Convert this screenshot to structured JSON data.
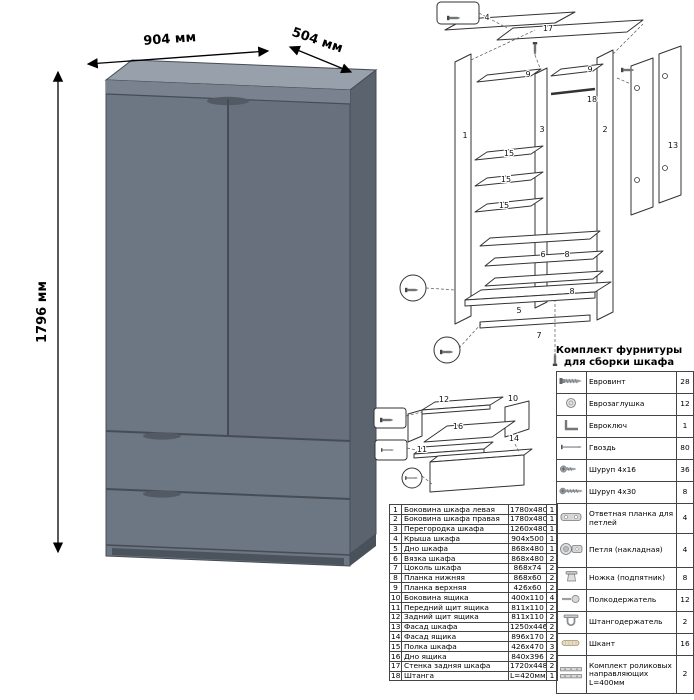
{
  "wardrobe": {
    "dim_width": "904 мм",
    "dim_depth": "504 мм",
    "dim_height": "1796 мм",
    "colors": {
      "front": "#6d7683",
      "top": "#98a1ab",
      "side": "#5a636e",
      "line": "#454c55",
      "plinth": "#4b535d"
    }
  },
  "exploded": {
    "labels": [
      "4",
      "17",
      "9",
      "9",
      "18",
      "1",
      "3",
      "15",
      "15",
      "15",
      "2",
      "13",
      "6",
      "8",
      "8",
      "5",
      "7"
    ]
  },
  "drawer": {
    "labels": [
      "12",
      "10",
      "16",
      "11",
      "14"
    ]
  },
  "hardware": {
    "title_line1": "Комплект фурнитуры",
    "title_line2": "для сборки шкафа",
    "items": [
      {
        "icon": "euroscrew-icon",
        "name": "Евровинт",
        "qty": "28"
      },
      {
        "icon": "eurocap-icon",
        "name": "Еврозаглушка",
        "qty": "12"
      },
      {
        "icon": "eurokey-icon",
        "name": "Евроключ",
        "qty": "1"
      },
      {
        "icon": "nail-icon",
        "name": "Гвоздь",
        "qty": "80"
      },
      {
        "icon": "screw-4x16-icon",
        "name": "Шуруп 4x16",
        "qty": "36"
      },
      {
        "icon": "screw-4x30-icon",
        "name": "Шуруп 4x30",
        "qty": "8"
      },
      {
        "icon": "strike-plate-icon",
        "name": "Ответная планка для петлей",
        "qty": "4"
      },
      {
        "icon": "hinge-icon",
        "name": "Петля (накладная)",
        "qty": "4"
      },
      {
        "icon": "foot-icon",
        "name": "Ножка (подпятник)",
        "qty": "8"
      },
      {
        "icon": "shelf-support-icon",
        "name": "Полкодержатель",
        "qty": "12"
      },
      {
        "icon": "rod-holder-icon",
        "name": "Штангодержатель",
        "qty": "2"
      },
      {
        "icon": "dowel-icon",
        "name": "Шкант",
        "qty": "16"
      },
      {
        "icon": "drawer-slides-icon",
        "name": "Комплект роликовых направляющих L=400мм",
        "qty": "2"
      }
    ]
  },
  "parts": {
    "rows": [
      {
        "num": "1",
        "name": "Боковина шкафа левая",
        "size": "1780x480",
        "qty": "1"
      },
      {
        "num": "2",
        "name": "Боковина шкафа правая",
        "size": "1780x480",
        "qty": "1"
      },
      {
        "num": "3",
        "name": "Перегородка шкафа",
        "size": "1260x480",
        "qty": "1"
      },
      {
        "num": "4",
        "name": "Крыша шкафа",
        "size": "904x500",
        "qty": "1"
      },
      {
        "num": "5",
        "name": "Дно шкафа",
        "size": "868x480",
        "qty": "1"
      },
      {
        "num": "6",
        "name": "Вязка шкафа",
        "size": "868x480",
        "qty": "2"
      },
      {
        "num": "7",
        "name": "Цоколь шкафа",
        "size": "868x74",
        "qty": "2"
      },
      {
        "num": "8",
        "name": "Планка нижняя",
        "size": "868x60",
        "qty": "2"
      },
      {
        "num": "9",
        "name": "Планка верхняя",
        "size": "426x60",
        "qty": "2"
      },
      {
        "num": "10",
        "name": "Боковина ящика",
        "size": "400x110",
        "qty": "4"
      },
      {
        "num": "11",
        "name": "Передний щит ящика",
        "size": "811x110",
        "qty": "2"
      },
      {
        "num": "12",
        "name": "Задний щит ящика",
        "size": "811x110",
        "qty": "2"
      },
      {
        "num": "13",
        "name": "Фасад шкафа",
        "size": "1250x446",
        "qty": "2"
      },
      {
        "num": "14",
        "name": "Фасад ящика",
        "size": "896x170",
        "qty": "2"
      },
      {
        "num": "15",
        "name": "Полка шкафа",
        "size": "426x470",
        "qty": "3"
      },
      {
        "num": "16",
        "name": "Дно ящика",
        "size": "840x396",
        "qty": "2"
      },
      {
        "num": "17",
        "name": "Стенка задняя шкафа",
        "size": "1720x448",
        "qty": "2"
      },
      {
        "num": "18",
        "name": "Штанга",
        "size": "L=420мм",
        "qty": "1"
      }
    ]
  }
}
